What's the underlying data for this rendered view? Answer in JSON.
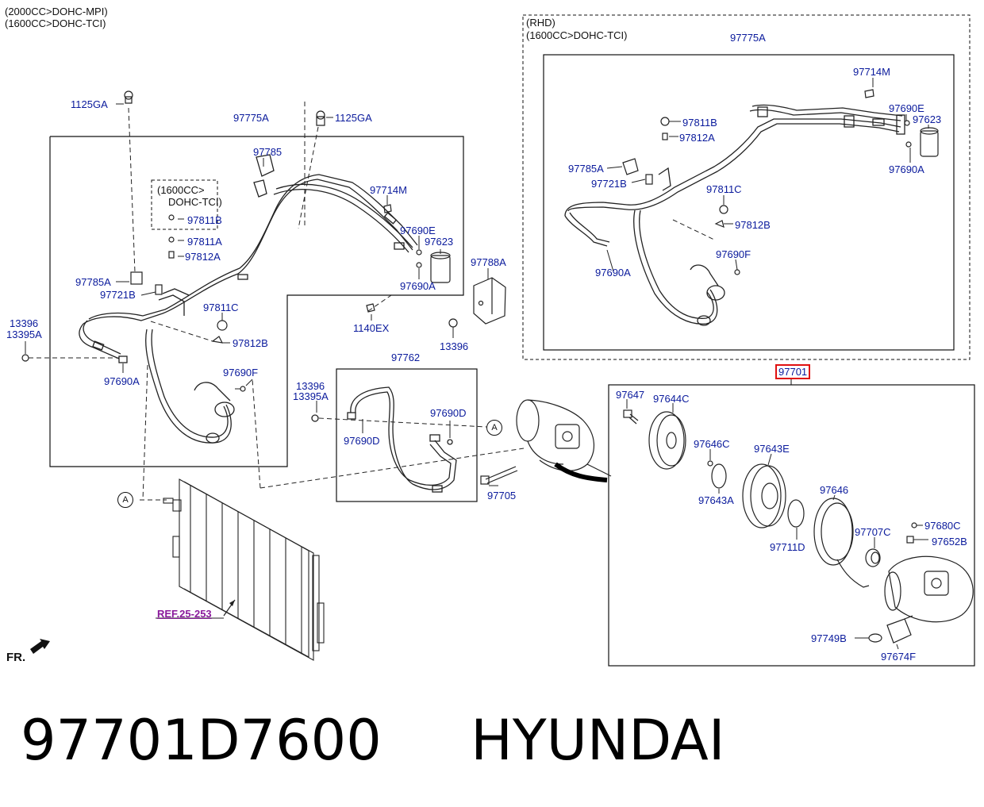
{
  "header": {
    "engine_1": "(2000CC>DOHC-MPI)",
    "engine_2": "(1600CC>DOHC-TCI)"
  },
  "rhd": {
    "title": "(RHD)",
    "engine": "(1600CC>DOHC-TCI)"
  },
  "inset_note": {
    "line1": "(1600CC>",
    "line2": "DOHC-TCI)"
  },
  "labels": {
    "l_1125GA_a": "1125GA",
    "l_1125GA_b": "1125GA",
    "l_97775A_main": "97775A",
    "l_97785": "97785",
    "l_97714M_main": "97714M",
    "l_97811B_main": "97811B",
    "l_97811A": "97811A",
    "l_97812A_main": "97812A",
    "l_97690E_main": "97690E",
    "l_97623_main": "97623",
    "l_97690A_main_r": "97690A",
    "l_97785A_main": "97785A",
    "l_97721B_main": "97721B",
    "l_97811C_main": "97811C",
    "l_97812B_main": "97812B",
    "l_13396_left": "13396",
    "l_13395A_left": "13395A",
    "l_97690A_main_l": "97690A",
    "l_97690F_main": "97690F",
    "l_1140EX": "1140EX",
    "l_97788A": "97788A",
    "l_13396_mid": "13396",
    "l_97762": "97762",
    "l_13396_b": "13396",
    "l_13395A_b": "13395A",
    "l_97690D_r": "97690D",
    "l_97690D_l": "97690D",
    "l_97705": "97705",
    "l_97775A_rhd": "97775A",
    "l_97714M_rhd": "97714M",
    "l_97811B_rhd": "97811B",
    "l_97812A_rhd": "97812A",
    "l_97690E_rhd": "97690E",
    "l_97623_rhd": "97623",
    "l_97690A_rhd_r": "97690A",
    "l_97785A_rhd": "97785A",
    "l_97721B_rhd": "97721B",
    "l_97811C_rhd": "97811C",
    "l_97812B_rhd": "97812B",
    "l_97690F_rhd": "97690F",
    "l_97690A_rhd_l": "97690A",
    "l_97647": "97647",
    "l_97644C": "97644C",
    "l_97646C": "97646C",
    "l_97643A": "97643A",
    "l_97643E": "97643E",
    "l_97646": "97646",
    "l_97707C": "97707C",
    "l_97680C": "97680C",
    "l_97652B": "97652B",
    "l_97711D": "97711D",
    "l_97749B": "97749B",
    "l_97674F": "97674F"
  },
  "highlight_label": "97701",
  "ref_link": "REF.25-253",
  "connector_a1": "A",
  "connector_a2": "A",
  "front_marker": "FR.",
  "footer": {
    "part_number": "97701D7600",
    "brand": "HYUNDAI"
  }
}
